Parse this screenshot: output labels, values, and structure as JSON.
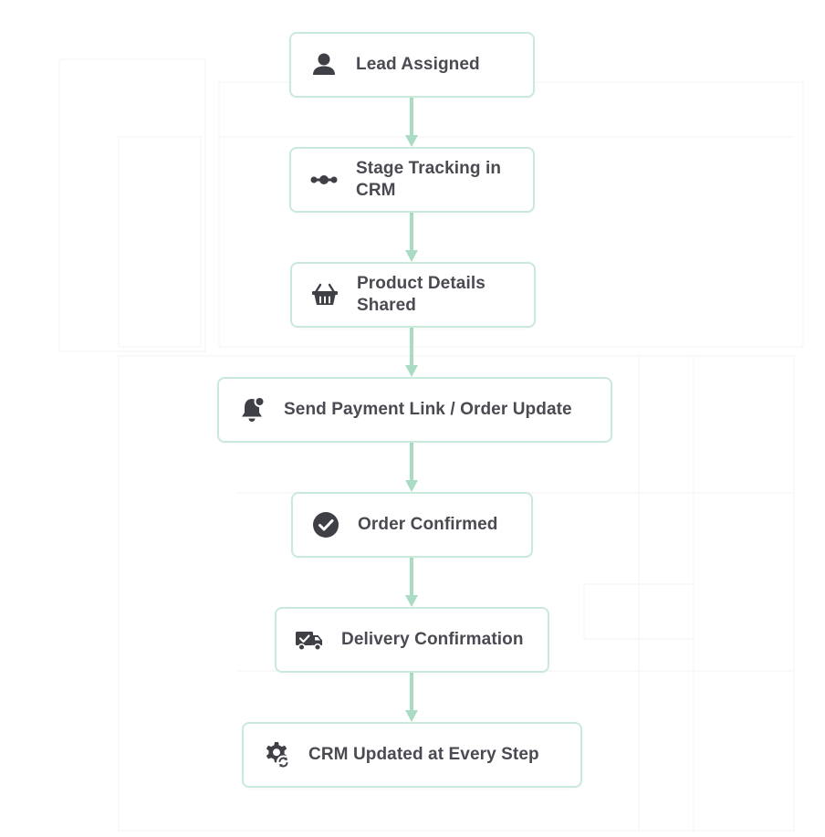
{
  "flow": {
    "steps": [
      {
        "label": "Lead Assigned",
        "icon": "user-icon"
      },
      {
        "label": "Stage Tracking in CRM",
        "icon": "pipeline-icon"
      },
      {
        "label": "Product Details Shared",
        "icon": "basket-icon"
      },
      {
        "label": "Send Payment Link / Order Update",
        "icon": "bell-notification-icon"
      },
      {
        "label": "Order Confirmed",
        "icon": "check-circle-icon"
      },
      {
        "label": "Delivery Confirmation",
        "icon": "delivery-truck-icon"
      },
      {
        "label": "CRM Updated at Every Step",
        "icon": "gear-sync-icon"
      }
    ]
  },
  "colors": {
    "connector": "#a9dcc3",
    "node_border": "#c9eadb",
    "icon": "#3f3f46",
    "text": "#4a4a52"
  }
}
